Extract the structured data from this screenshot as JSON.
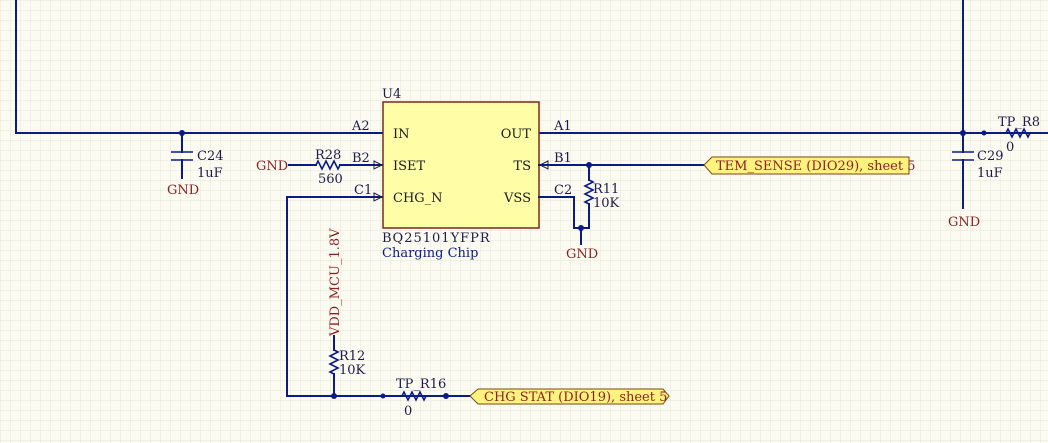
{
  "chip": {
    "designator": "U4",
    "part_number": "BQ25101YFPR",
    "description": "Charging Chip",
    "pins_left": [
      {
        "num": "A2",
        "name": "IN"
      },
      {
        "num": "B2",
        "name": "ISET"
      },
      {
        "num": "C1",
        "name": "CHG_N"
      }
    ],
    "pins_right": [
      {
        "num": "A1",
        "name": "OUT"
      },
      {
        "num": "B1",
        "name": "TS"
      },
      {
        "num": "C2",
        "name": "VSS"
      }
    ]
  },
  "components": {
    "c24": {
      "ref": "C24",
      "value": "1uF",
      "gnd": "GND"
    },
    "c29": {
      "ref": "C29",
      "value": "1uF",
      "gnd": "GND"
    },
    "r28": {
      "ref": "R28",
      "value": "560",
      "gnd": "GND"
    },
    "r11": {
      "ref": "R11",
      "value": "10K",
      "gnd": "GND"
    },
    "r12": {
      "ref": "R12",
      "value": "10K",
      "net": "VDD_MCU_1.8V"
    },
    "tp_r16": {
      "ref": "TP_R16",
      "value": "0"
    },
    "tp_r8": {
      "ref": "TP_R8",
      "value": "0"
    }
  },
  "ports": {
    "tem_sense": "TEM_SENSE (DIO29), sheet 5",
    "chg_stat": "CHG STAT (DIO19), sheet 5"
  }
}
